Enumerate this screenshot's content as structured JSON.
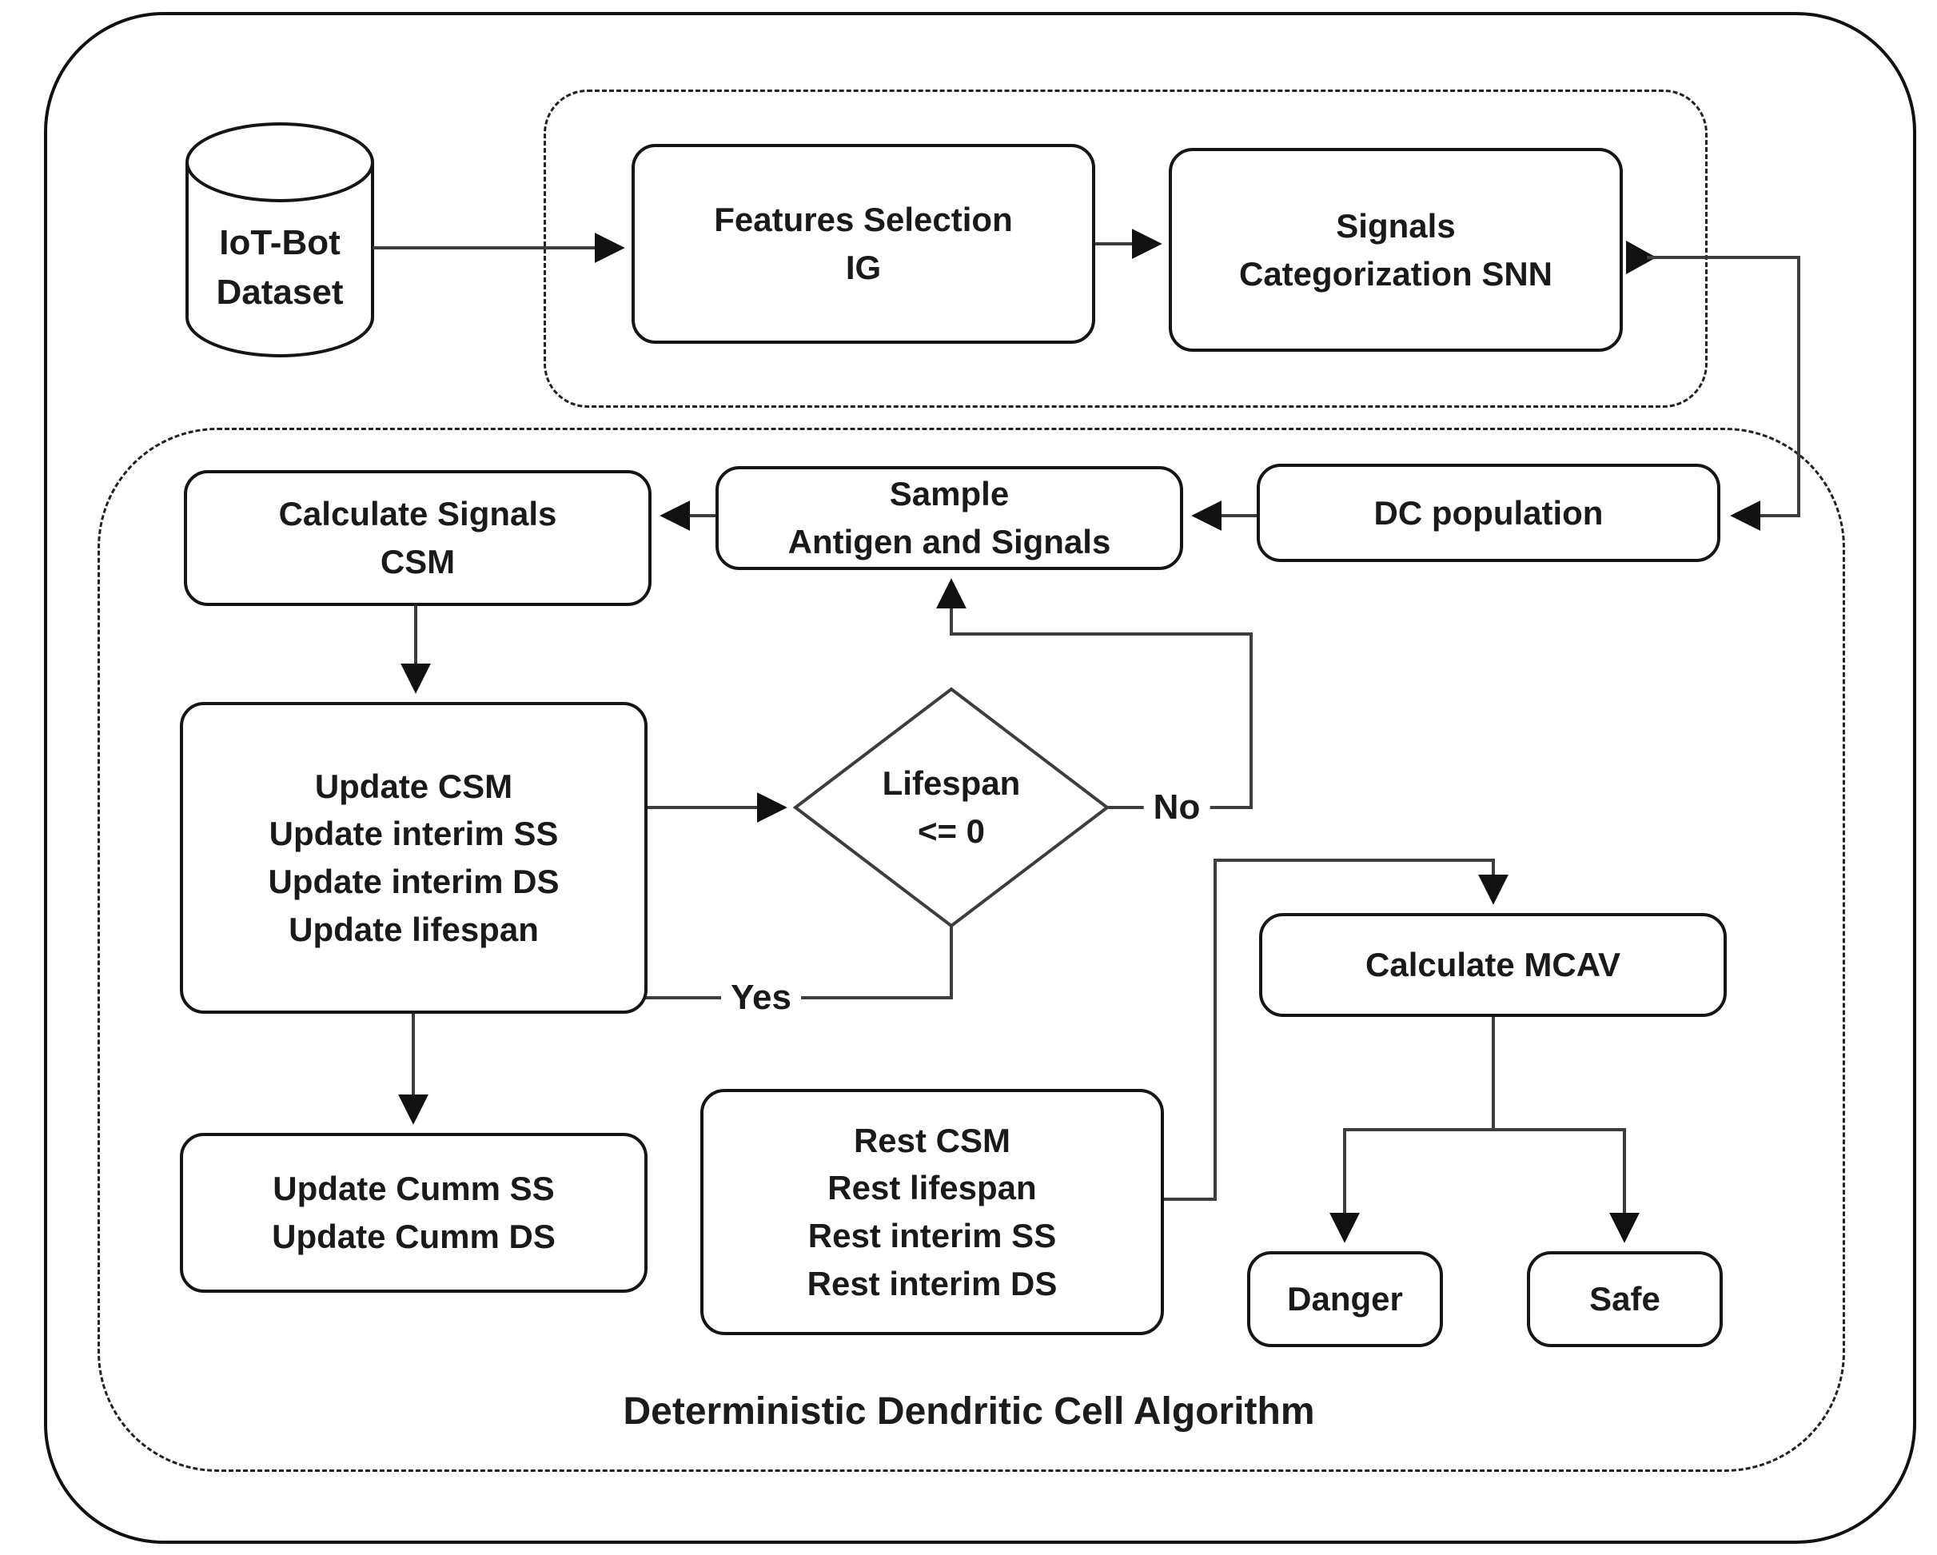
{
  "diagram": {
    "title": "Deterministic Dendritic Cell Algorithm",
    "colors": {
      "background": "#ffffff",
      "node_border": "#151515",
      "connector": "#3d3d3d",
      "arrowhead": "#111111",
      "text": "#1a1a1a"
    },
    "nodes": {
      "dataset": {
        "line1": "IoT-Bot",
        "line2": "Dataset"
      },
      "features": {
        "line1": "Features Selection",
        "line2": "IG"
      },
      "snn": {
        "line1": "Signals",
        "line2": "Categorization SNN"
      },
      "dcpop": {
        "line1": "DC population"
      },
      "sample": {
        "line1": "Sample",
        "line2": "Antigen and Signals"
      },
      "calc_csm": {
        "line1": "Calculate Signals",
        "line2": "CSM"
      },
      "update_csm": {
        "line1": "Update CSM",
        "line2": "Update interim SS",
        "line3": "Update interim DS",
        "line4": "Update lifespan"
      },
      "decision": {
        "line1": "Lifespan",
        "line2": "<= 0"
      },
      "update_cumm": {
        "line1": "Update Cumm SS",
        "line2": "Update Cumm DS"
      },
      "rest": {
        "line1": "Rest CSM",
        "line2": "Rest lifespan",
        "line3": "Rest interim SS",
        "line4": "Rest interim DS"
      },
      "calc_mcav": {
        "line1": "Calculate MCAV"
      },
      "danger": {
        "line1": "Danger"
      },
      "safe": {
        "line1": "Safe"
      }
    },
    "edge_labels": {
      "yes": "Yes",
      "no": "No"
    }
  }
}
